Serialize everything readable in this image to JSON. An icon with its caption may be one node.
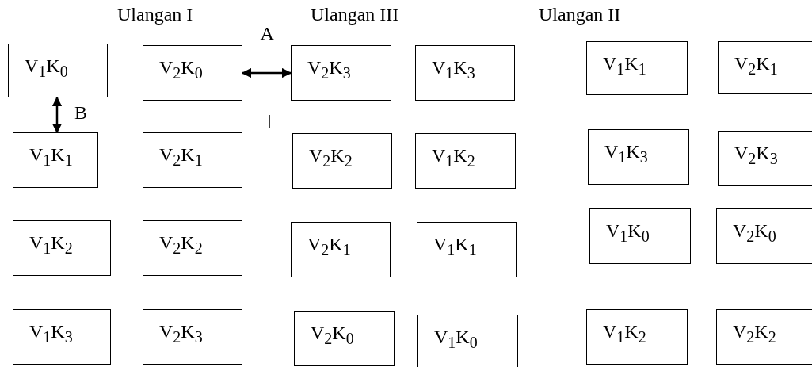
{
  "diagram": {
    "nodes": [
      {
        "text": [
          "V$_{1}$K$_{0}$"
        ]
      },
      {
        "text": [
          "V$_{2}$K$_{0}$"
        ]
      },
      {
        "text": [
          "V$_{2}$K$_{3}$"
        ]
      },
      {
        "text": [
          "V$_{1}$K$_{3}$"
        ]
      },
      {
        "text": [
          "V$_{1}$K$_{1}$"
        ]
      },
      {
        "text": [
          "V$_{2}$K$_{1}$"
        ]
      },
      {
        "text": [
          "V$_{1}$K$_{1}$"
        ]
      },
      {
        "text": [
          "V$_{2}$K$_{1}$"
        ]
      },
      {
        "text": [
          "V$_{2}$K$_{2}$"
        ]
      },
      {
        "text": [
          "V$_{1}$K$_{2}$"
        ]
      },
      {
        "text": [
          "V$_{1}$K$_{3}$"
        ]
      },
      {
        "text": [
          "V$_{2}$K$_{3}$"
        ]
      },
      {
        "text": [
          "V$_{1}$K$_{2}$"
        ]
      },
      {
        "text": [
          "V$_{2}$K$_{2}$"
        ]
      },
      {
        "text": [
          "V$_{2}$K$_{1}$"
        ]
      },
      {
        "text": [
          "V$_{1}$K$_{1}$"
        ]
      },
      {
        "text": [
          "V$_{1}$K$_{0}$"
        ]
      },
      {
        "text": [
          "V$_{2}$K$_{0}$"
        ]
      },
      {
        "text": [
          "V$_{1}$K$_{3}$"
        ]
      },
      {
        "text": [
          "V$_{2}$K$_{3}$"
        ]
      },
      {
        "text": [
          "V$_{2}$K$_{0}$"
        ]
      },
      {
        "text": [
          "V$_{1}$K$_{0}$"
        ]
      },
      {
        "text": [
          "V$_{1}$K$_{2}$"
        ]
      },
      {
        "text": [
          "V$_{2}$K$_{2}$"
        ]
      }
    ],
    "edges": [
      {
        "from": 1,
        "to": 2,
        "arrow": "both",
        "label": "A"
      },
      {
        "from": 0,
        "to": 6,
        "arrow": "both",
        "label": "B"
      }
    ],
    "labels": [
      "Ulangan I",
      "Ulangan III",
      "Ulangan II"
    ]
  }
}
